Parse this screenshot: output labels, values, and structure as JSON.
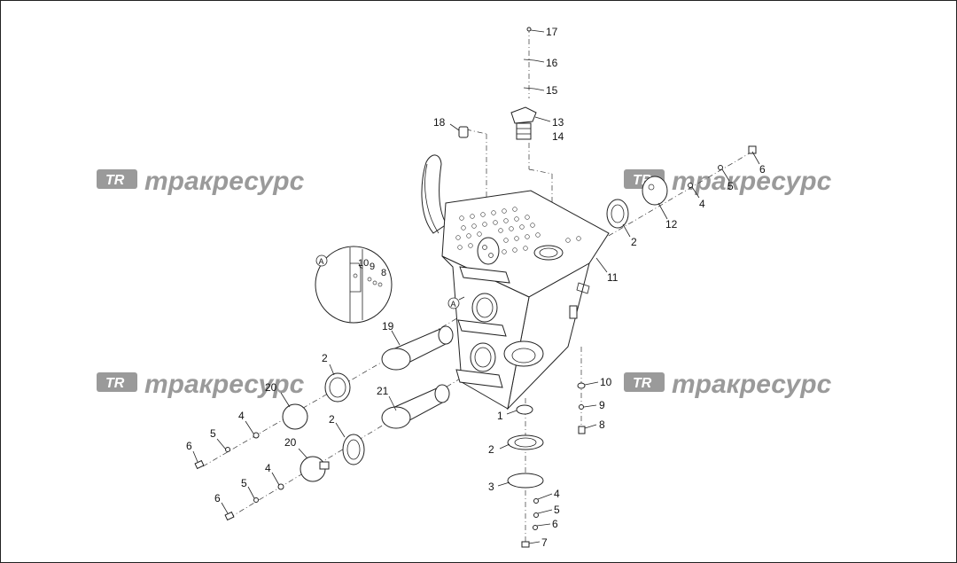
{
  "watermark": {
    "text": "трaкресурс",
    "color": "#9a9a9a"
  },
  "detail_view": {
    "label": "A"
  },
  "callouts": [
    {
      "id": "c17",
      "text": "17"
    },
    {
      "id": "c16",
      "text": "16"
    },
    {
      "id": "c15",
      "text": "15"
    },
    {
      "id": "c13",
      "text": "13"
    },
    {
      "id": "c14",
      "text": "14"
    },
    {
      "id": "c18",
      "text": "18"
    },
    {
      "id": "c6a",
      "text": "6"
    },
    {
      "id": "c5a",
      "text": "5"
    },
    {
      "id": "c4a",
      "text": "4"
    },
    {
      "id": "c12",
      "text": "12"
    },
    {
      "id": "c2a",
      "text": "2"
    },
    {
      "id": "c11",
      "text": "11"
    },
    {
      "id": "c10a",
      "text": "10"
    },
    {
      "id": "c9a",
      "text": "9"
    },
    {
      "id": "c8a",
      "text": "8"
    },
    {
      "id": "cA2",
      "text": "A"
    },
    {
      "id": "c19",
      "text": "19"
    },
    {
      "id": "c2b",
      "text": "2"
    },
    {
      "id": "c20a",
      "text": "20"
    },
    {
      "id": "c21",
      "text": "21"
    },
    {
      "id": "c4b",
      "text": "4"
    },
    {
      "id": "c5b",
      "text": "5"
    },
    {
      "id": "c6b",
      "text": "6"
    },
    {
      "id": "c2c",
      "text": "2"
    },
    {
      "id": "c20b",
      "text": "20"
    },
    {
      "id": "c4c",
      "text": "4"
    },
    {
      "id": "c5c",
      "text": "5"
    },
    {
      "id": "c6c",
      "text": "6"
    },
    {
      "id": "c1",
      "text": "1"
    },
    {
      "id": "c2d",
      "text": "2"
    },
    {
      "id": "c3",
      "text": "3"
    },
    {
      "id": "c4d",
      "text": "4"
    },
    {
      "id": "c5d",
      "text": "5"
    },
    {
      "id": "c6d",
      "text": "6"
    },
    {
      "id": "c7",
      "text": "7"
    },
    {
      "id": "c10b",
      "text": "10"
    },
    {
      "id": "c9b",
      "text": "9"
    },
    {
      "id": "c8b",
      "text": "8"
    }
  ]
}
